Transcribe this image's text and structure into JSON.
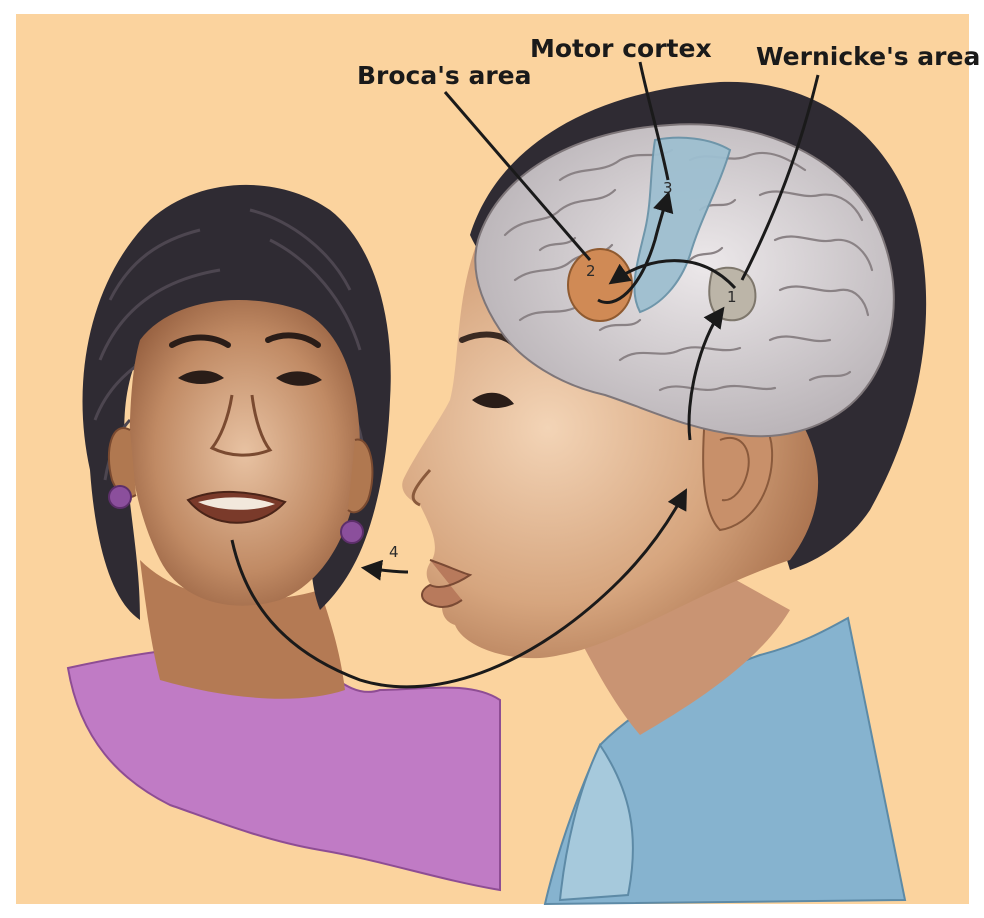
{
  "labels": {
    "motor_cortex": "Motor cortex",
    "brocas_area": "Broca's area",
    "wernickes_area": "Wernicke's area"
  },
  "markers": {
    "wernicke": "1",
    "broca": "2",
    "motor": "3",
    "speech": "4"
  },
  "colors": {
    "background": "#fbd39e",
    "brocas_area": "#d08a55",
    "motor_cortex": "#9ebfd0",
    "wernickes_area": "#bcb5a8",
    "brain": "#d2cdcf",
    "hair": "#2f2b33",
    "skin": "#c5906a",
    "purple_shirt": "#c07bc5",
    "blue_shirt": "#86b3cf"
  }
}
